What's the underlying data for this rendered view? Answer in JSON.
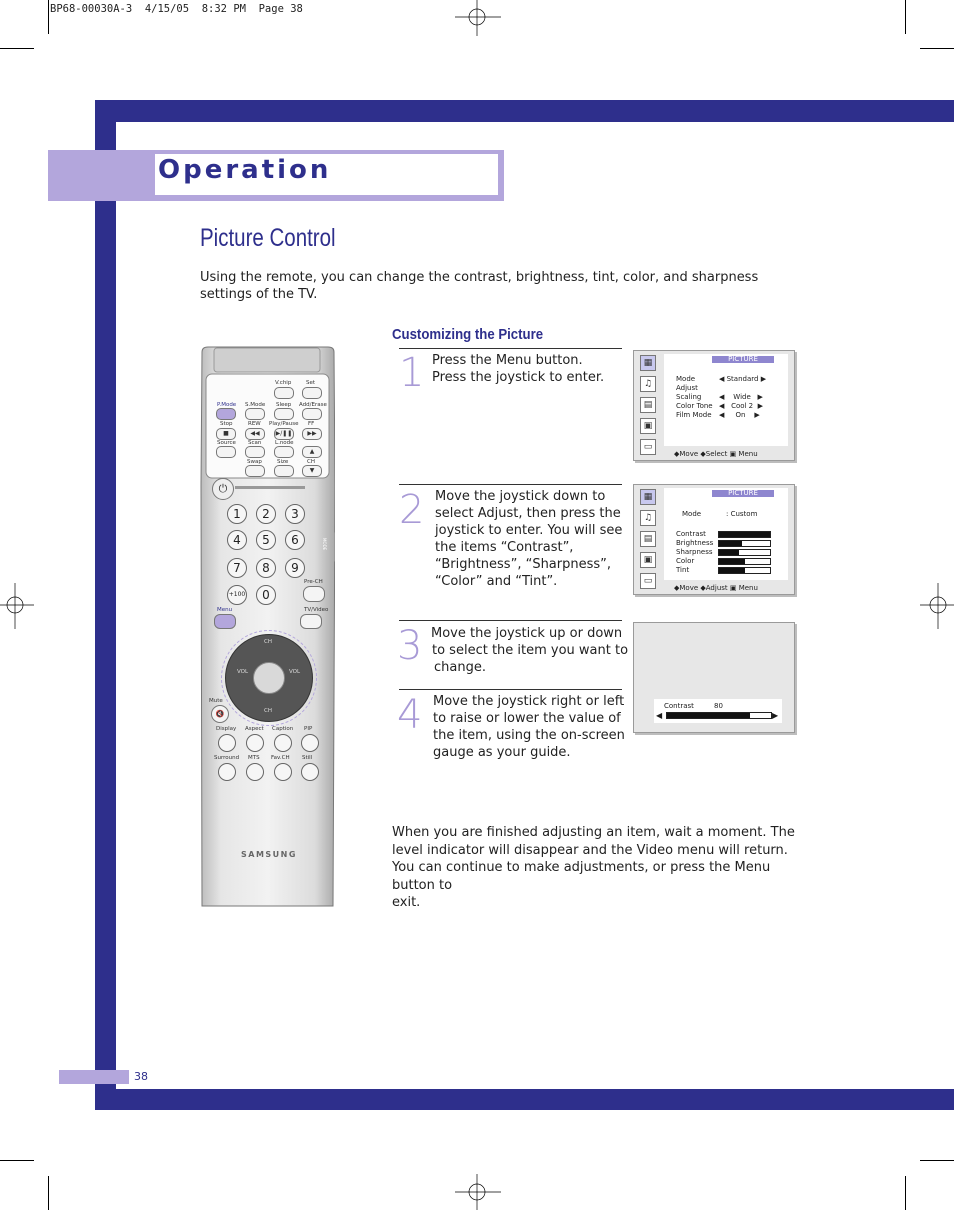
{
  "print_header": "BP68-00030A-3  4/15/05  8:32 PM  Page 38",
  "section_title": "Operation",
  "page_heading": "Picture Control",
  "intro_text": "Using the remote, you can change the contrast, brightness, tint, color, and sharpness settings of the TV.",
  "subheading": "Customizing the Picture",
  "steps": [
    {
      "number": "1",
      "lines": [
        "Press the Menu button.",
        "Press the joystick to enter."
      ]
    },
    {
      "number": "2",
      "lines": [
        "Move the joystick down to",
        "select Adjust, then press the",
        "joystick to enter. You will see",
        "the items “Contrast”,",
        "“Brightness”, “Sharpness”,",
        "“Color” and “Tint”."
      ]
    },
    {
      "number": "3",
      "lines": [
        "Move the joystick up or down",
        "to select the item you want to",
        "change."
      ]
    },
    {
      "number": "4",
      "lines": [
        "Move the joystick right or left",
        "to raise or lower the value of",
        "the item, using the on-screen",
        "gauge as your guide."
      ]
    }
  ],
  "outro_lines": [
    "When you are finished adjusting an item, wait a moment. The",
    "level indicator will disappear and the Video menu will return.",
    "You can continue to make adjustments, or press the Menu button to",
    "exit."
  ],
  "page_number": "38",
  "osd1": {
    "title": "PICTURE",
    "rows": [
      {
        "label": "Mode",
        "value": "Standard"
      },
      {
        "label": "Adjust",
        "value": ""
      },
      {
        "label": "Scaling",
        "value": "Wide"
      },
      {
        "label": "Color Tone",
        "value": "Cool 2"
      },
      {
        "label": "Film Mode",
        "value": "On"
      }
    ],
    "footer": "◆Move  ◆Select  ▣ Menu"
  },
  "osd2": {
    "title": "PICTURE",
    "mode_label": "Mode",
    "mode_value": ": Custom",
    "items": [
      {
        "label": "Contrast",
        "level": 1.0
      },
      {
        "label": "Brightness",
        "level": 0.45
      },
      {
        "label": "Sharpness",
        "level": 0.4
      },
      {
        "label": "Color",
        "level": 0.5
      },
      {
        "label": "Tint",
        "level": 0.5
      }
    ],
    "footer": "◆Move  ◆Adjust  ▣ Menu"
  },
  "osd3": {
    "label": "Contrast",
    "value": "80",
    "level": 0.8
  },
  "remote": {
    "top_row": [
      "V.chip",
      "Set"
    ],
    "row2": [
      "P.Mode",
      "S.Mode",
      "Sleep",
      "Add/Erase"
    ],
    "row3": [
      "Stop",
      "REW",
      "Play/Pause",
      "FF"
    ],
    "row4": [
      "Source",
      "Scan",
      "L.node"
    ],
    "row5": [
      "Swap",
      "Size",
      "CH"
    ],
    "digits": [
      "1",
      "2",
      "3",
      "4",
      "5",
      "6",
      "7",
      "8",
      "9",
      "+100",
      "0"
    ],
    "pre_ch": "Pre-CH",
    "menu": "Menu",
    "tv_video": "TV/Video",
    "mute": "Mute",
    "ch_label": "CH",
    "vol_label": "VOL",
    "row_a": [
      "Display",
      "Aspect",
      "Caption",
      "PIP"
    ],
    "row_b": [
      "Surround",
      "MTS",
      "Fav.CH",
      "Still"
    ],
    "brand": "SAMSUNG",
    "mode_tab": "MODE"
  }
}
